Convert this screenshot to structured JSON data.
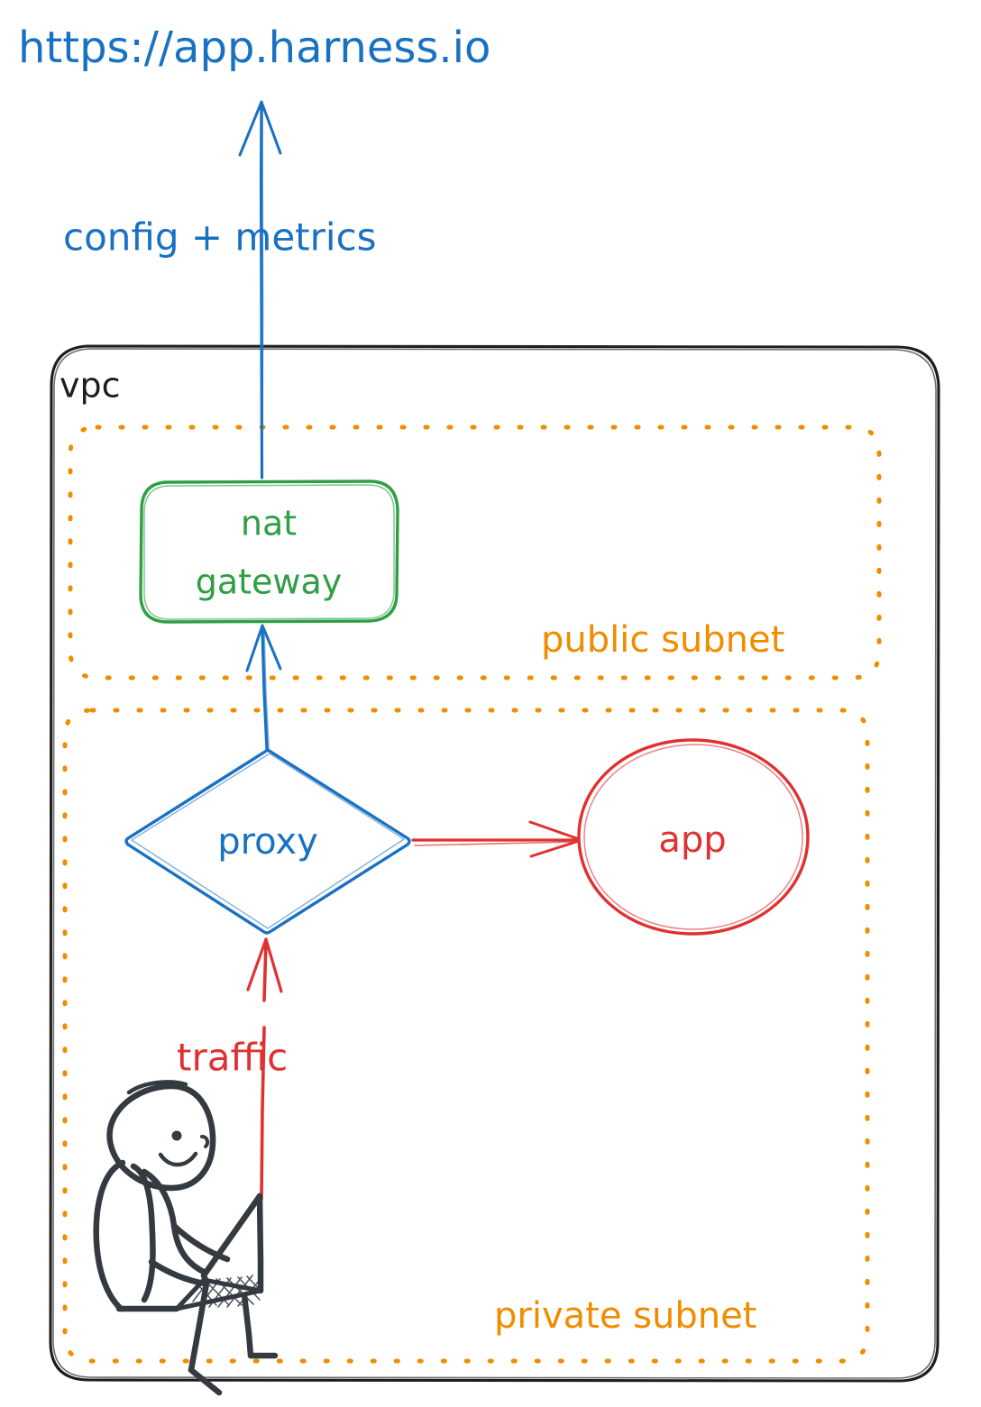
{
  "diagram": {
    "title_url": "https://app.harness.io",
    "colors": {
      "blue": "#1971C2",
      "green": "#2F9E44",
      "orange": "#F08C00",
      "red": "#E03131",
      "dark": "#343A40",
      "black": "#1E1E1E"
    },
    "labels": {
      "url": "https://app.harness.io",
      "config_metrics": "config + metrics",
      "vpc": "vpc",
      "nat_gateway_line1": "nat",
      "nat_gateway_line2": "gateway",
      "public_subnet": "public subnet",
      "private_subnet": "private subnet",
      "proxy": "proxy",
      "app": "app",
      "traffic": "traffic"
    },
    "nodes": [
      {
        "id": "nat-gateway",
        "label": "nat gateway",
        "shape": "rounded-rect",
        "color": "#2F9E44",
        "zone": "public-subnet"
      },
      {
        "id": "proxy",
        "label": "proxy",
        "shape": "diamond",
        "color": "#1971C2",
        "zone": "private-subnet"
      },
      {
        "id": "app",
        "label": "app",
        "shape": "ellipse",
        "color": "#E03131",
        "zone": "private-subnet"
      },
      {
        "id": "user",
        "label": "",
        "shape": "stick-figure-with-laptop",
        "color": "#343A40",
        "zone": "private-subnet"
      }
    ],
    "zones": [
      {
        "id": "vpc",
        "label": "vpc",
        "style": "solid",
        "color": "#1E1E1E"
      },
      {
        "id": "public-subnet",
        "label": "public subnet",
        "style": "dotted",
        "color": "#F08C00"
      },
      {
        "id": "private-subnet",
        "label": "private subnet",
        "style": "dotted",
        "color": "#F08C00"
      }
    ],
    "edges": [
      {
        "id": "nat-to-internet",
        "from": "nat-gateway",
        "to": "https://app.harness.io",
        "label": "config + metrics",
        "color": "#1971C2"
      },
      {
        "id": "proxy-to-nat",
        "from": "proxy",
        "to": "nat-gateway",
        "label": "",
        "color": "#1971C2"
      },
      {
        "id": "proxy-to-app",
        "from": "proxy",
        "to": "app",
        "label": "",
        "color": "#E03131"
      },
      {
        "id": "user-to-proxy",
        "from": "user",
        "to": "proxy",
        "label": "traffic",
        "color": "#E03131"
      }
    ]
  }
}
